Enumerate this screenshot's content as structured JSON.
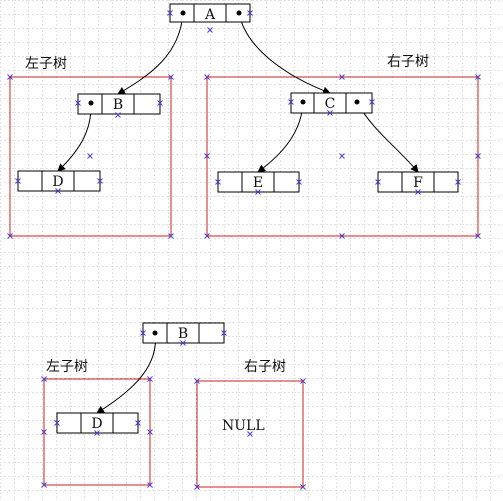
{
  "colors": {
    "grid": "#c4c4c4",
    "box": "#cc2222",
    "node_stroke": "#000000",
    "pointer": "#000000",
    "handle": "#4a3fd0",
    "text": "#111111"
  },
  "diagram1": {
    "root": {
      "label": "A"
    },
    "left_region": {
      "label": "左子树"
    },
    "right_region": {
      "label": "右子树"
    },
    "nodes": {
      "B": {
        "label": "B"
      },
      "C": {
        "label": "C"
      },
      "D": {
        "label": "D"
      },
      "E": {
        "label": "E"
      },
      "F": {
        "label": "F"
      }
    }
  },
  "diagram2": {
    "root": {
      "label": "B"
    },
    "left_region": {
      "label": "左子树"
    },
    "right_region": {
      "label": "右子树"
    },
    "nodes": {
      "D": {
        "label": "D"
      }
    },
    "null_text": "NULL"
  },
  "edges": [
    {
      "from": "A",
      "to": "B"
    },
    {
      "from": "A",
      "to": "C"
    },
    {
      "from": "B",
      "to": "D"
    },
    {
      "from": "C",
      "to": "E"
    },
    {
      "from": "C",
      "to": "F"
    },
    {
      "from": "B2",
      "to": "D2"
    }
  ]
}
